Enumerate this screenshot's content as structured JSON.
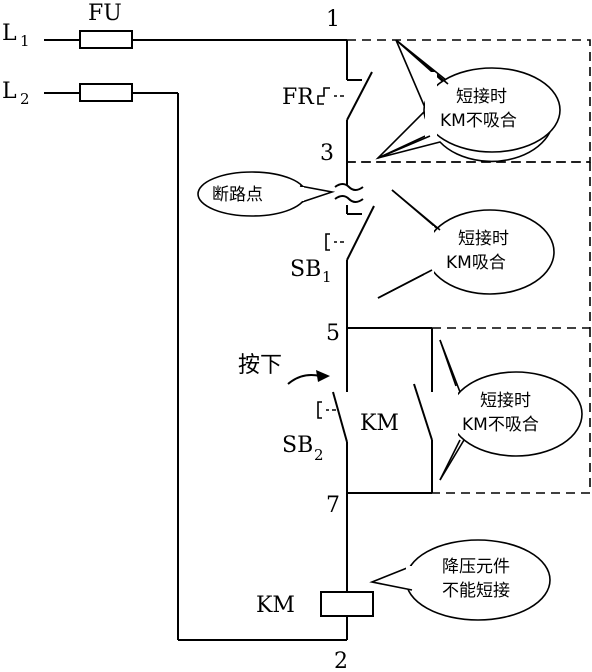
{
  "labels": {
    "fu": "FU",
    "l1_main": "L",
    "l1_sub": "1",
    "l2_main": "L",
    "l2_sub": "2",
    "fr": "FR",
    "sb1_main": "SB",
    "sb1_sub": "1",
    "sb2_main": "SB",
    "sb2_sub": "2",
    "km_contact": "KM",
    "km_coil": "KM",
    "press": "按下"
  },
  "nodes": {
    "n1": "1",
    "n3": "3",
    "n5": "5",
    "n7": "7",
    "n2": "2"
  },
  "callouts": {
    "fr_short": [
      "短接时",
      "KM不吸合"
    ],
    "break_point": "断路点",
    "sb1_short": [
      "短接时",
      "KM吸合"
    ],
    "sb2_short": [
      "短接时",
      "KM不吸合"
    ],
    "coil_note": [
      "降压元件",
      "不能短接"
    ]
  },
  "colors": {
    "line": "#000000",
    "background": "#ffffff"
  }
}
